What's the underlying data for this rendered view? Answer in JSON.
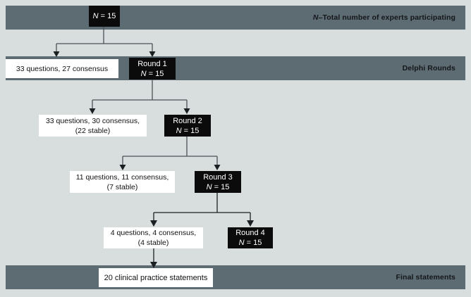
{
  "bands": [
    {
      "id": "experts",
      "label_prefix": "N",
      "label_rest": "–Total number of experts participating"
    },
    {
      "id": "delphi",
      "label": "Delphi Rounds"
    },
    {
      "id": "final",
      "label": "Final statements"
    }
  ],
  "root": {
    "n_prefix": "N",
    "n_value": " = 15"
  },
  "rounds": [
    {
      "name": "Round 1",
      "n_prefix": "N",
      "n_value": " = 15"
    },
    {
      "name": "Round 2",
      "n_prefix": "N",
      "n_value": " = 15"
    },
    {
      "name": "Round 3",
      "n_prefix": "N",
      "n_value": " = 15"
    },
    {
      "name": "Round 4",
      "n_prefix": "N",
      "n_value": " = 15"
    }
  ],
  "results": [
    {
      "line1": "33 questions, 27 consensus",
      "line2": ""
    },
    {
      "line1": "33 questions, 30 consensus,",
      "line2": "(22 stable)"
    },
    {
      "line1": "11 questions, 11 consensus,",
      "line2": "(7 stable)"
    },
    {
      "line1": "4 questions, 4 consensus,",
      "line2": "(4 stable)"
    }
  ],
  "final_box": {
    "text": "20 clinical practice statements"
  },
  "colors": {
    "background": "#d7dedd",
    "band": "#5d6b72",
    "black_box": "#0b0b0b",
    "white_box": "#ffffff",
    "connector": "#4a5257"
  }
}
